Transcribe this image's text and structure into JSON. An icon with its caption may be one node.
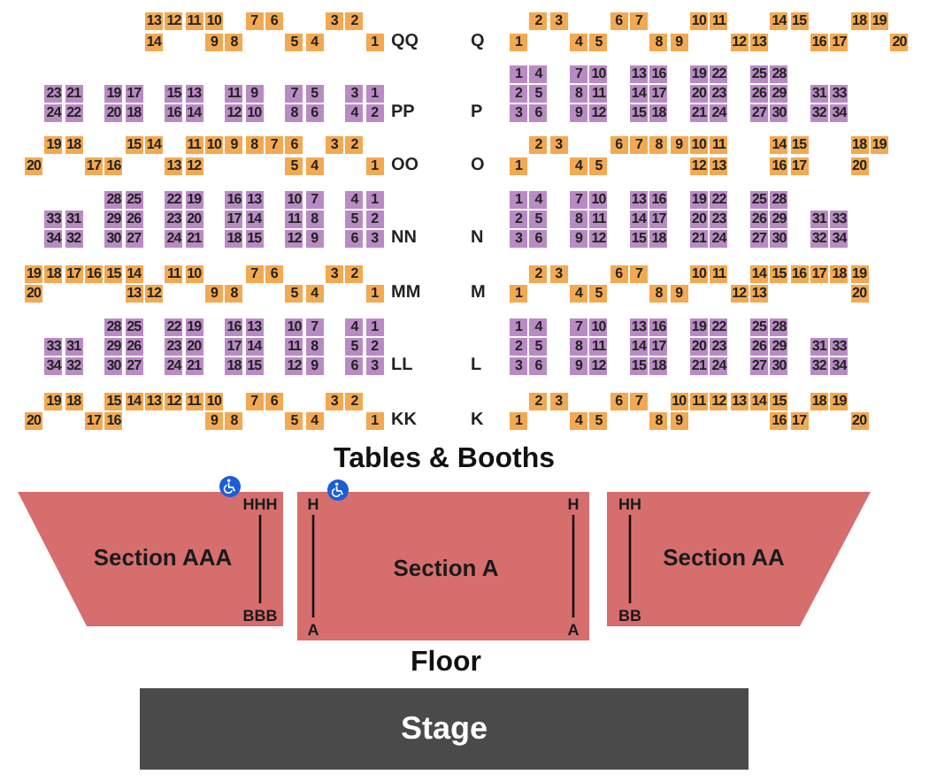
{
  "diagram": {
    "nodes": [
      {
        "text": [
          "Section AAA",
          "HHH",
          "BBB"
        ]
      },
      {
        "text": [
          "Section A",
          "H",
          "A",
          "H",
          "A"
        ]
      },
      {
        "text": [
          "Section AA",
          "HH",
          "BB"
        ]
      },
      {
        "text": [
          "Stage"
        ]
      }
    ],
    "labels": [
      "13",
      "12",
      "11",
      "10",
      "7",
      "6",
      "3",
      "2",
      "2",
      "3",
      "6",
      "7",
      "10",
      "11",
      "14",
      "15",
      "18",
      "19",
      "14",
      "9",
      "8",
      "5",
      "4",
      "1",
      "QQ",
      "Q",
      "1",
      "4",
      "5",
      "8",
      "9",
      "12",
      "13",
      "16",
      "17",
      "20",
      "1",
      "4",
      "7",
      "10",
      "13",
      "16",
      "19",
      "22",
      "25",
      "28",
      "23",
      "21",
      "19",
      "17",
      "15",
      "13",
      "11",
      "9",
      "7",
      "5",
      "3",
      "1",
      "2",
      "5",
      "8",
      "11",
      "14",
      "17",
      "20",
      "23",
      "26",
      "29",
      "31",
      "33",
      "24",
      "22",
      "20",
      "18",
      "16",
      "14",
      "12",
      "10",
      "8",
      "6",
      "4",
      "2",
      "PP",
      "P",
      "3",
      "6",
      "9",
      "12",
      "15",
      "18",
      "21",
      "24",
      "27",
      "30",
      "32",
      "34",
      "19",
      "18",
      "15",
      "14",
      "11",
      "10",
      "9",
      "8",
      "7",
      "6",
      "3",
      "2",
      "2",
      "3",
      "6",
      "7",
      "8",
      "9",
      "10",
      "11",
      "14",
      "15",
      "18",
      "19",
      "20",
      "17",
      "16",
      "13",
      "12",
      "5",
      "4",
      "1",
      "OO",
      "O",
      "1",
      "4",
      "5",
      "12",
      "13",
      "16",
      "17",
      "20",
      "28",
      "25",
      "22",
      "19",
      "16",
      "13",
      "10",
      "7",
      "4",
      "1",
      "1",
      "4",
      "7",
      "10",
      "13",
      "16",
      "19",
      "22",
      "25",
      "28",
      "33",
      "31",
      "29",
      "26",
      "23",
      "20",
      "17",
      "14",
      "11",
      "8",
      "5",
      "2",
      "2",
      "5",
      "8",
      "11",
      "14",
      "17",
      "20",
      "23",
      "26",
      "29",
      "31",
      "33",
      "34",
      "32",
      "30",
      "27",
      "24",
      "21",
      "18",
      "15",
      "12",
      "9",
      "6",
      "3",
      "NN",
      "N",
      "3",
      "6",
      "9",
      "12",
      "15",
      "18",
      "21",
      "24",
      "27",
      "30",
      "32",
      "34",
      "19",
      "18",
      "17",
      "16",
      "15",
      "14",
      "11",
      "10",
      "7",
      "6",
      "3",
      "2",
      "2",
      "3",
      "6",
      "7",
      "10",
      "11",
      "14",
      "15",
      "16",
      "17",
      "18",
      "19",
      "20",
      "13",
      "12",
      "9",
      "8",
      "5",
      "4",
      "1",
      "MM",
      "M",
      "1",
      "4",
      "5",
      "8",
      "9",
      "12",
      "13",
      "20",
      "28",
      "25",
      "22",
      "19",
      "16",
      "13",
      "10",
      "7",
      "4",
      "1",
      "1",
      "4",
      "7",
      "10",
      "13",
      "16",
      "19",
      "22",
      "25",
      "28",
      "33",
      "31",
      "29",
      "26",
      "23",
      "20",
      "17",
      "14",
      "11",
      "8",
      "5",
      "2",
      "2",
      "5",
      "8",
      "11",
      "14",
      "17",
      "20",
      "23",
      "26",
      "29",
      "31",
      "33",
      "34",
      "32",
      "30",
      "27",
      "24",
      "21",
      "18",
      "15",
      "12",
      "9",
      "6",
      "3",
      "LL",
      "L",
      "3",
      "6",
      "9",
      "12",
      "15",
      "18",
      "21",
      "24",
      "27",
      "30",
      "32",
      "34",
      "19",
      "18",
      "15",
      "14",
      "13",
      "12",
      "11",
      "10",
      "7",
      "6",
      "3",
      "2",
      "2",
      "3",
      "6",
      "7",
      "10",
      "11",
      "12",
      "13",
      "14",
      "15",
      "18",
      "19",
      "20",
      "17",
      "16",
      "9",
      "8",
      "5",
      "4",
      "1",
      "KK",
      "K",
      "1",
      "4",
      "5",
      "8",
      "9",
      "16",
      "17",
      "20",
      "Tables & Booths",
      "Floor"
    ]
  }
}
